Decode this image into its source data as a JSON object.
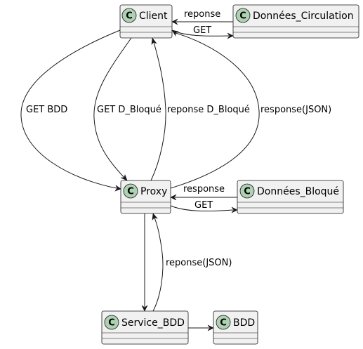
{
  "classes": {
    "client": {
      "name": "Client",
      "stereotype": "C"
    },
    "donnees_circulation": {
      "name": "Données_Circulation",
      "stereotype": "C"
    },
    "proxy": {
      "name": "Proxy",
      "stereotype": "C"
    },
    "donnees_bloque": {
      "name": "Données_Bloqué",
      "stereotype": "C"
    },
    "service_bdd": {
      "name": "Service_BDD",
      "stereotype": "C"
    },
    "bdd": {
      "name": "BDD",
      "stereotype": "C"
    }
  },
  "edges": {
    "circulation_to_client": "reponse",
    "client_to_circulation": "GET",
    "client_to_proxy_get_bdd": "GET BDD",
    "client_to_proxy_get_dbloque": "GET D_Bloqué",
    "proxy_to_client_reponse_dbloque": "reponse D_Bloqué",
    "proxy_to_client_response_json": "response(JSON)",
    "bloque_to_proxy": "response",
    "proxy_to_bloque": "GET",
    "service_to_proxy": "reponse(JSON)"
  },
  "colors": {
    "class_fill": "#f1f1f1",
    "class_border": "#181818",
    "spot_fill": "#add1b2"
  }
}
